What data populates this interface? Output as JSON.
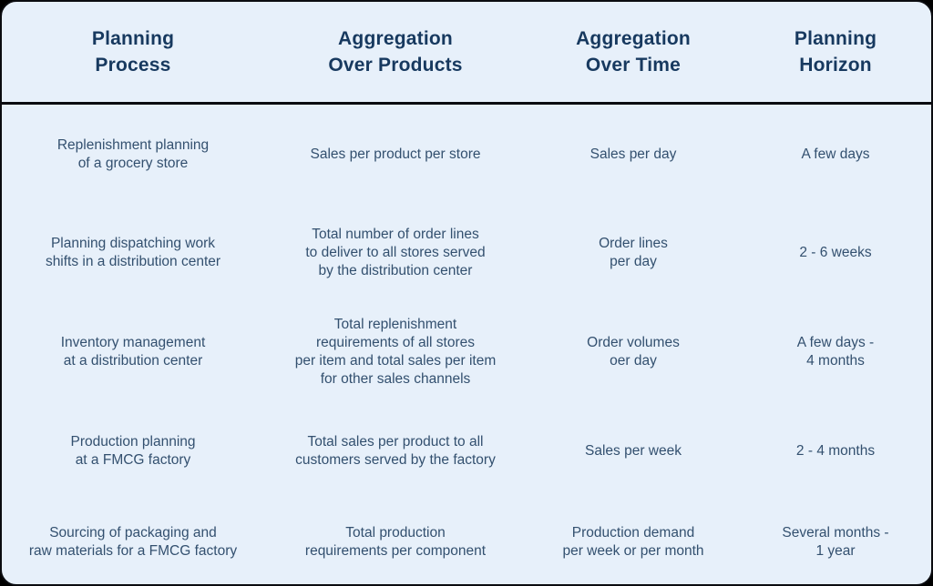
{
  "chart_data": {
    "type": "table",
    "title": "",
    "columns": [
      "Planning\nProcess",
      "Aggregation\nOver Products",
      "Aggregation\nOver Time",
      "Planning\nHorizon"
    ],
    "rows": [
      [
        "Replenishment planning\nof a grocery store",
        "Sales per product per store",
        "Sales per day",
        "A few days"
      ],
      [
        "Planning dispatching work\nshifts in a distribution center",
        "Total number of order lines\nto deliver to all stores served\nby the distribution center",
        "Order lines\nper day",
        "2 - 6 weeks"
      ],
      [
        "Inventory management\nat a distribution center",
        "Total replenishment\nrequirements of all stores\nper item and total sales per item\nfor other sales channels",
        "Order volumes\noer day",
        "A few days -\n4 months"
      ],
      [
        "Production planning\nat a FMCG factory",
        "Total sales per product to all\ncustomers served by the factory",
        "Sales per week",
        "2 - 4 months"
      ],
      [
        "Sourcing of packaging and\nraw materials for a FMCG factory",
        "Total production\nrequirements per component",
        "Production demand\nper week or per month",
        "Several months -\n1 year"
      ]
    ]
  },
  "colors": {
    "panel_bg": "#E7F0FA",
    "header_text": "#17395F",
    "body_text": "#33506F",
    "border": "#0B0C10"
  }
}
